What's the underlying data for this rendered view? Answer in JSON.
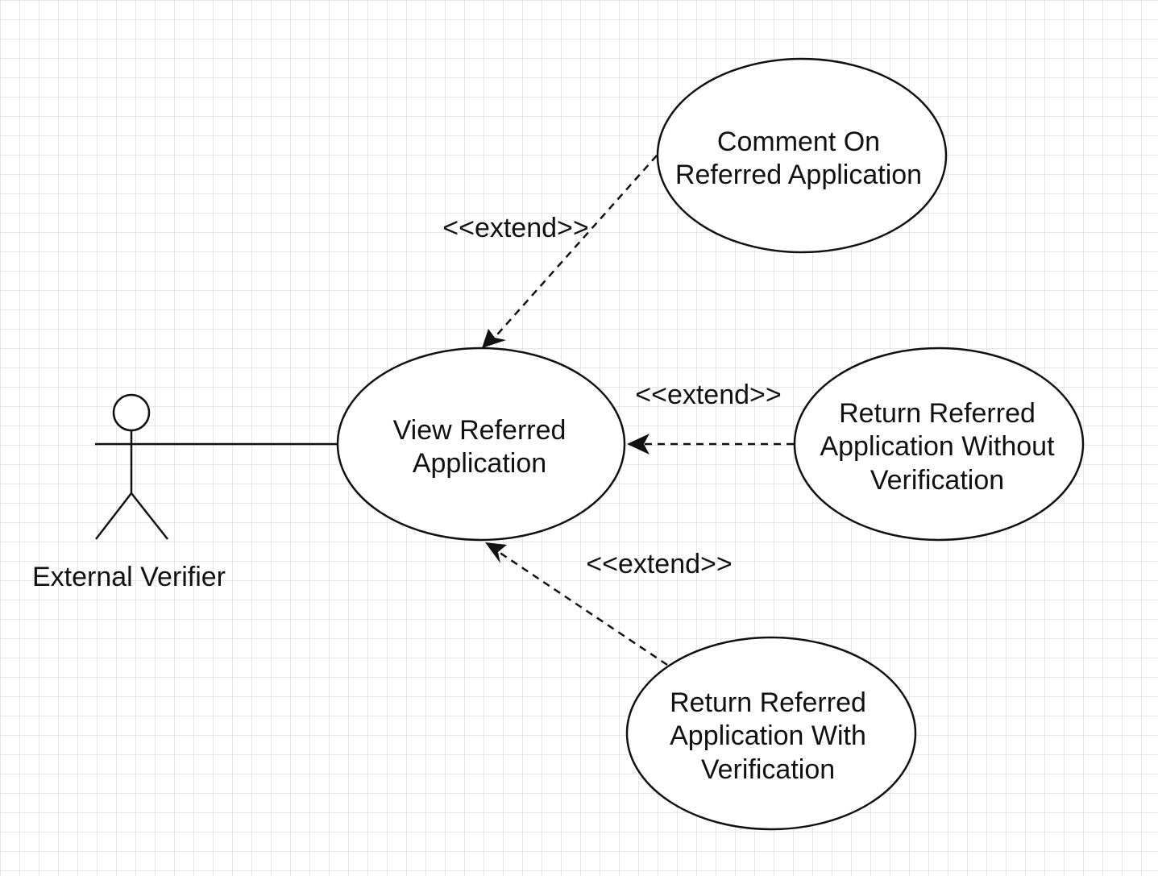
{
  "diagram": {
    "type": "uml-use-case",
    "actor": {
      "name": "External Verifier",
      "icon": "stick-figure-icon"
    },
    "use_cases": [
      {
        "id": "view",
        "lines": [
          "View Referred",
          "Application"
        ]
      },
      {
        "id": "comment",
        "lines": [
          "Comment On",
          "Referred Application"
        ]
      },
      {
        "id": "return_without",
        "lines": [
          "Return Referred",
          "Application Without",
          "Verification"
        ]
      },
      {
        "id": "return_with",
        "lines": [
          "Return Referred",
          "Application With",
          "Verification"
        ]
      }
    ],
    "relationships": [
      {
        "from": "actor",
        "to": "view",
        "kind": "association",
        "label": ""
      },
      {
        "from": "comment",
        "to": "view",
        "kind": "extend",
        "label": "<<extend>>"
      },
      {
        "from": "return_without",
        "to": "view",
        "kind": "extend",
        "label": "<<extend>>"
      },
      {
        "from": "return_with",
        "to": "view",
        "kind": "extend",
        "label": "<<extend>>"
      }
    ],
    "colors": {
      "background": "#ffffff",
      "grid": "#e6e6e6",
      "stroke": "#111111"
    }
  }
}
